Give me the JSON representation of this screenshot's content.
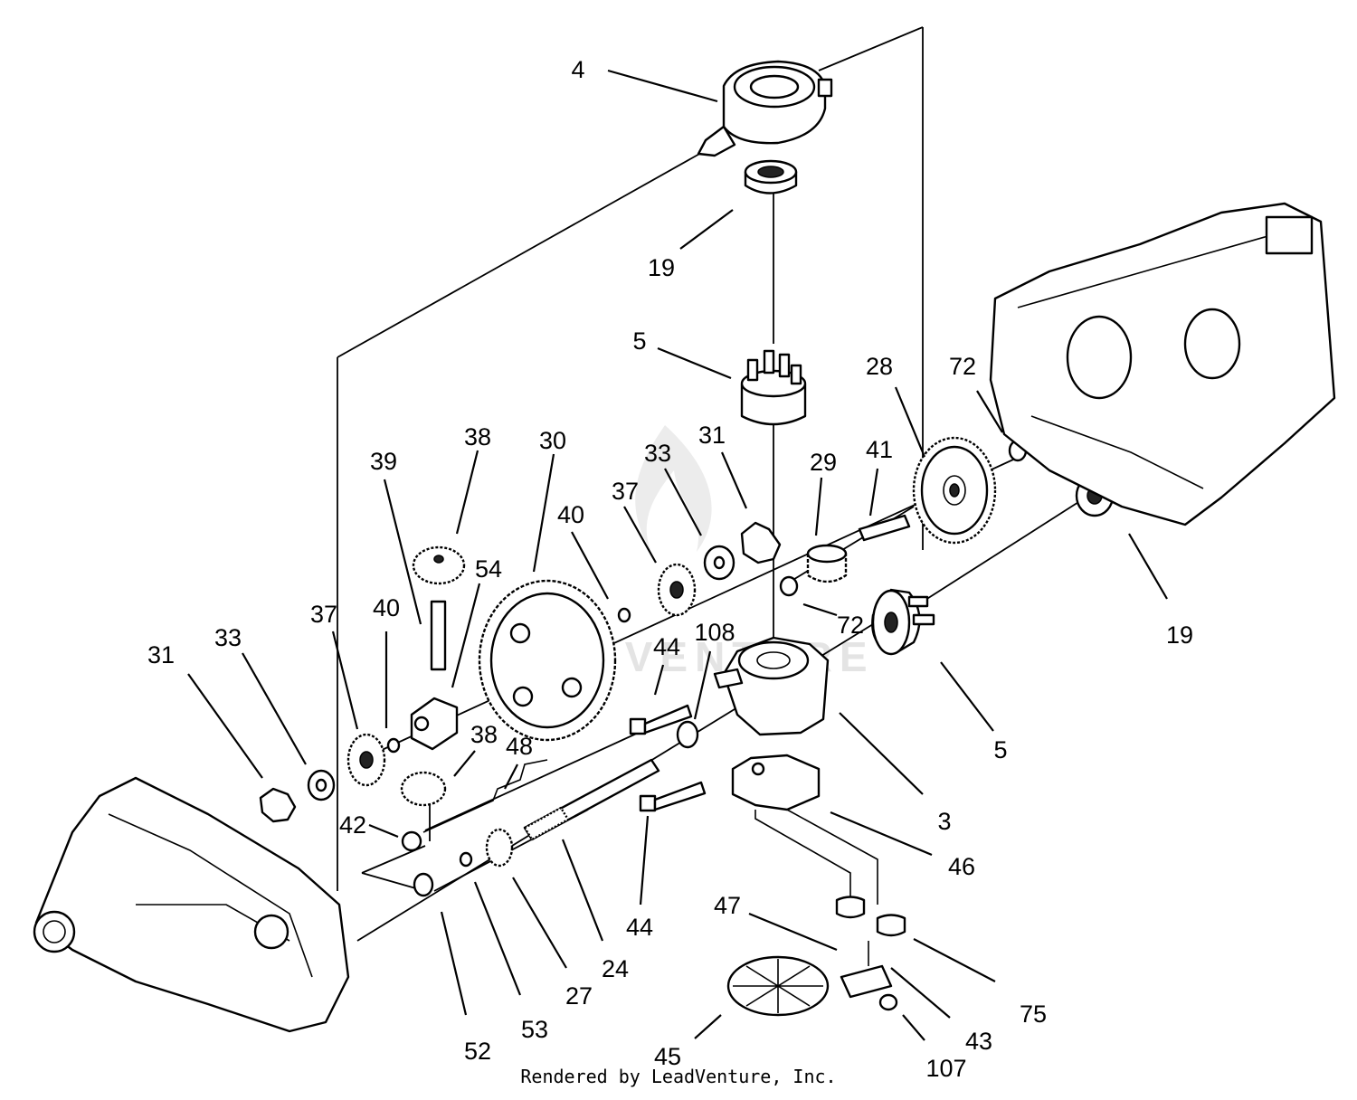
{
  "diagram": {
    "watermark": "LEADVENTURE",
    "footer": "Rendered by LeadVenture, Inc.",
    "callouts": [
      {
        "id": "c4",
        "label": "4"
      },
      {
        "id": "c19a",
        "label": "19"
      },
      {
        "id": "c5a",
        "label": "5"
      },
      {
        "id": "c28",
        "label": "28"
      },
      {
        "id": "c72a",
        "label": "72"
      },
      {
        "id": "c38a",
        "label": "38"
      },
      {
        "id": "c30",
        "label": "30"
      },
      {
        "id": "c31a",
        "label": "31"
      },
      {
        "id": "c33a",
        "label": "33"
      },
      {
        "id": "c39",
        "label": "39"
      },
      {
        "id": "c37a",
        "label": "37"
      },
      {
        "id": "c29",
        "label": "29"
      },
      {
        "id": "c41",
        "label": "41"
      },
      {
        "id": "c40a",
        "label": "40"
      },
      {
        "id": "c54",
        "label": "54"
      },
      {
        "id": "c72b",
        "label": "72"
      },
      {
        "id": "c37b",
        "label": "37"
      },
      {
        "id": "c40b",
        "label": "40"
      },
      {
        "id": "c44a",
        "label": "44"
      },
      {
        "id": "c108",
        "label": "108"
      },
      {
        "id": "c19b",
        "label": "19"
      },
      {
        "id": "c31b",
        "label": "31"
      },
      {
        "id": "c33b",
        "label": "33"
      },
      {
        "id": "c38b",
        "label": "38"
      },
      {
        "id": "c48",
        "label": "48"
      },
      {
        "id": "c5b",
        "label": "5"
      },
      {
        "id": "c42",
        "label": "42"
      },
      {
        "id": "c3",
        "label": "3"
      },
      {
        "id": "c46",
        "label": "46"
      },
      {
        "id": "c44b",
        "label": "44"
      },
      {
        "id": "c47",
        "label": "47"
      },
      {
        "id": "c24",
        "label": "24"
      },
      {
        "id": "c27",
        "label": "27"
      },
      {
        "id": "c75",
        "label": "75"
      },
      {
        "id": "c43",
        "label": "43"
      },
      {
        "id": "c52",
        "label": "52"
      },
      {
        "id": "c53",
        "label": "53"
      },
      {
        "id": "c45",
        "label": "45"
      },
      {
        "id": "c107",
        "label": "107"
      }
    ]
  }
}
